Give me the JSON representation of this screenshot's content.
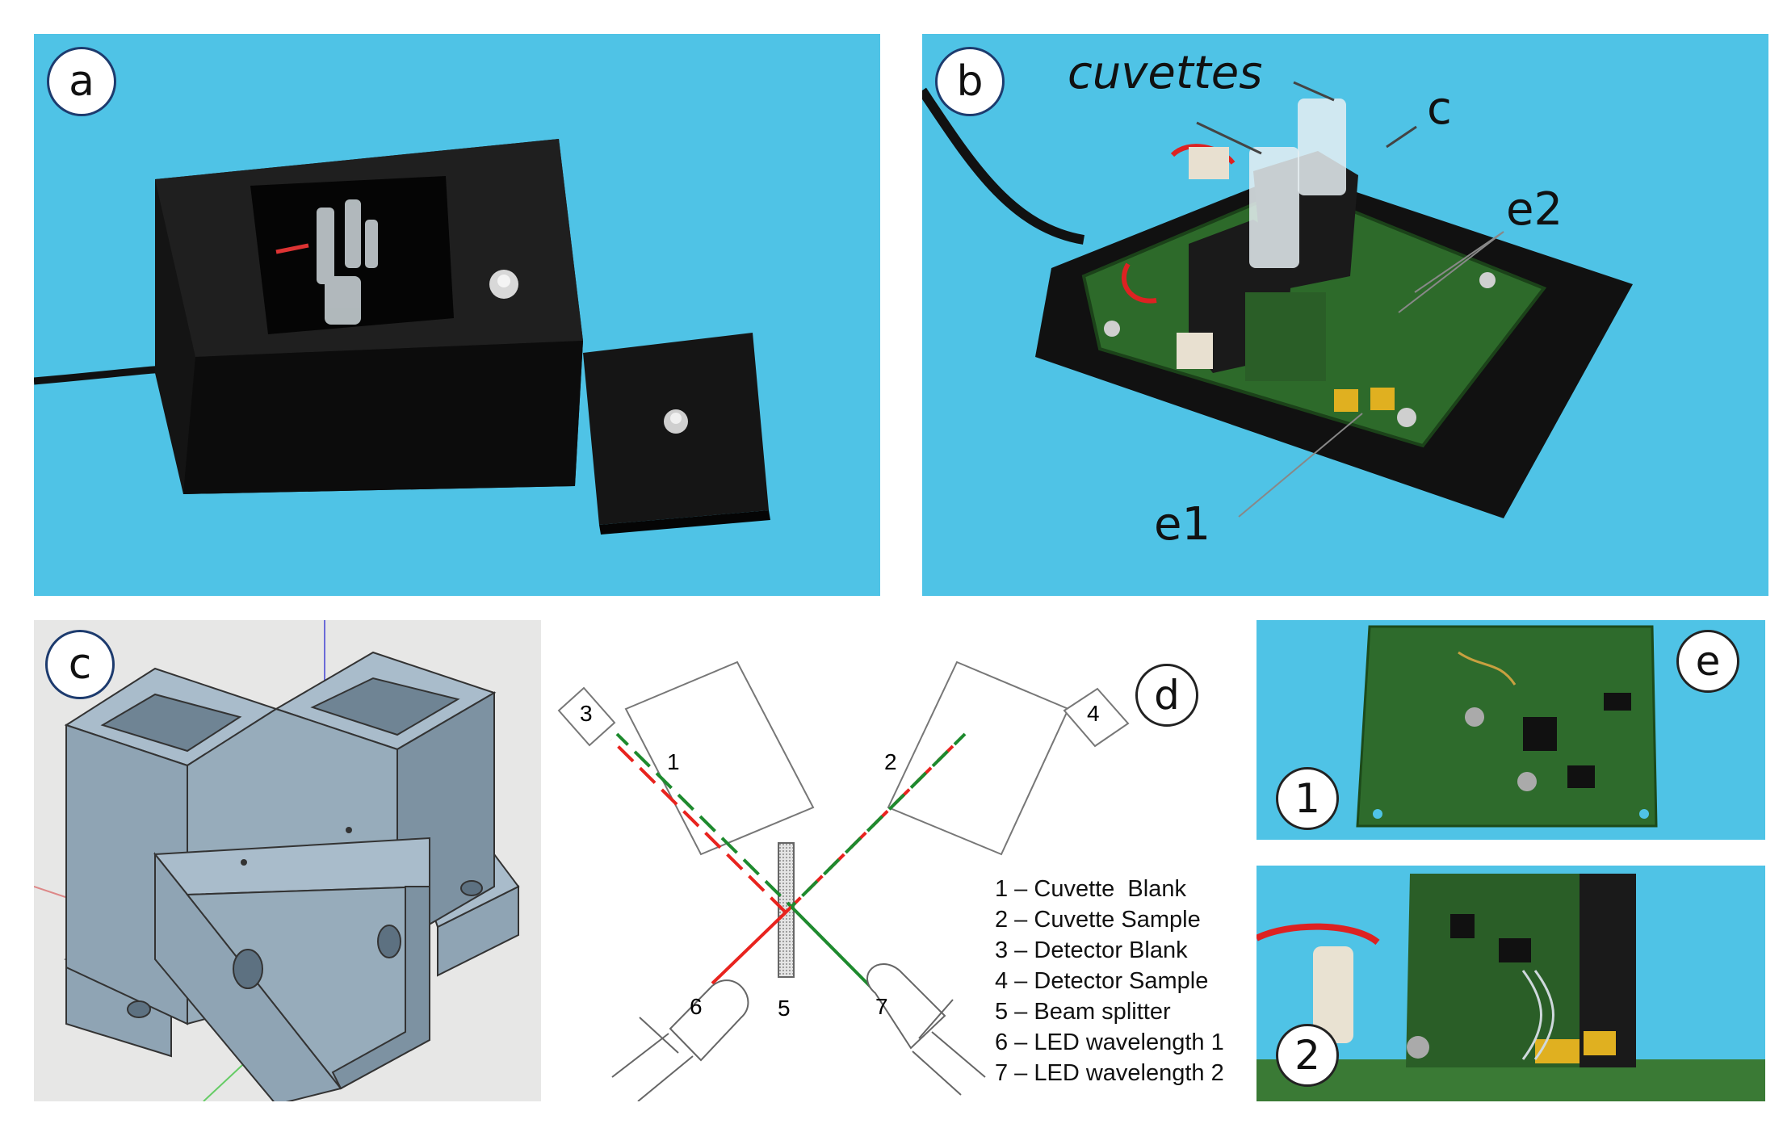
{
  "panels": {
    "a": {
      "label": "a"
    },
    "b": {
      "label": "b",
      "annotations": {
        "cuvettes": "cuvettes",
        "c": "c",
        "e2": "e2",
        "e1": "e1"
      }
    },
    "c": {
      "label": "c"
    },
    "d": {
      "label": "d",
      "cuvette_labels": [
        "1",
        "2"
      ],
      "detector_labels": [
        "3",
        "4"
      ],
      "splitter_label": "5",
      "led_labels": [
        "6",
        "7"
      ],
      "legend": [
        "1 – Cuvette  Blank",
        "2 – Cuvette Sample",
        "3 – Detector Blank",
        "4 – Detector Sample",
        "5 – Beam splitter",
        "6 – LED wavelength 1",
        "7 – LED wavelength 2"
      ]
    },
    "e": {
      "label": "e",
      "sub_labels": [
        "1",
        "2"
      ]
    }
  },
  "colors": {
    "photo_background": "#4fc3e6",
    "beam_red": "#e8231e",
    "beam_green": "#1e8a2e",
    "model_gray": "#8fa4b4"
  }
}
